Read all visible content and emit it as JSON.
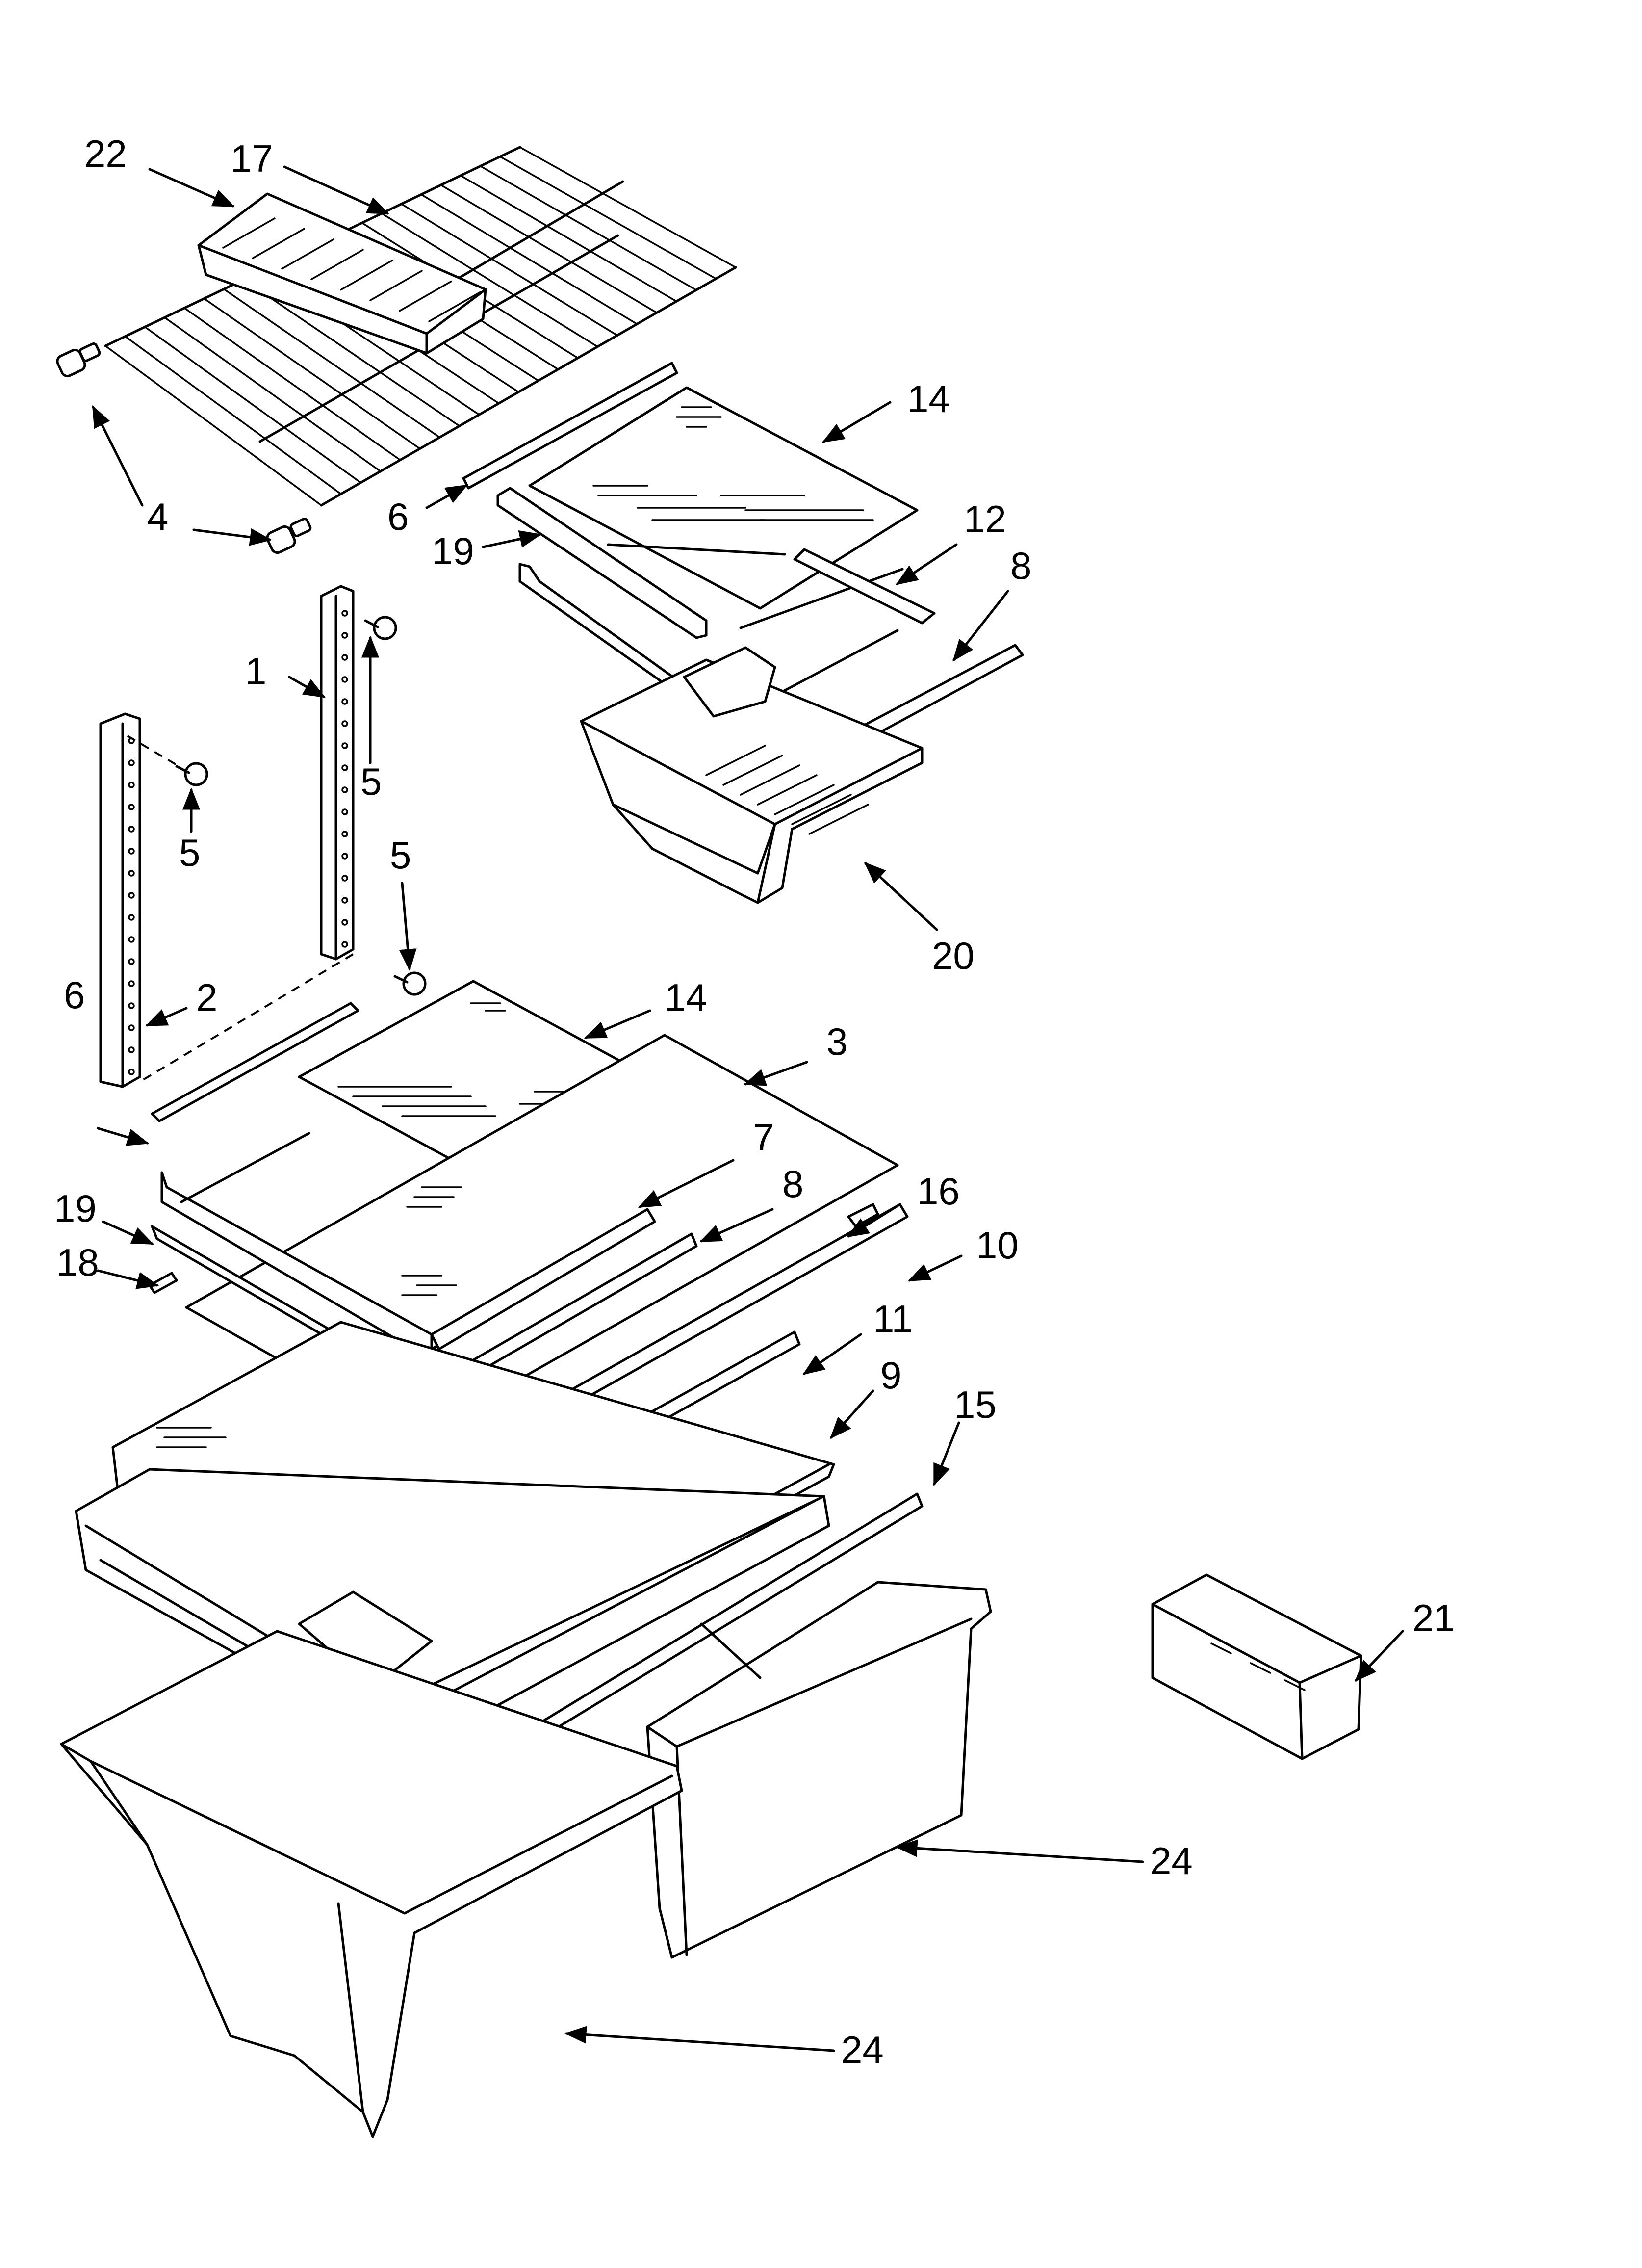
{
  "diagram": {
    "callouts": [
      {
        "id": "c22",
        "text": "22"
      },
      {
        "id": "c17",
        "text": "17"
      },
      {
        "id": "c14a",
        "text": "14"
      },
      {
        "id": "c4",
        "text": "4"
      },
      {
        "id": "c6a",
        "text": "6"
      },
      {
        "id": "c19a",
        "text": "19"
      },
      {
        "id": "c12",
        "text": "12"
      },
      {
        "id": "c8a",
        "text": "8"
      },
      {
        "id": "c1",
        "text": "1"
      },
      {
        "id": "c5a",
        "text": "5"
      },
      {
        "id": "c5b",
        "text": "5"
      },
      {
        "id": "c5c",
        "text": "5"
      },
      {
        "id": "c20",
        "text": "20"
      },
      {
        "id": "c2",
        "text": "2"
      },
      {
        "id": "c14b",
        "text": "14"
      },
      {
        "id": "c3",
        "text": "3"
      },
      {
        "id": "c6b",
        "text": "6"
      },
      {
        "id": "c7",
        "text": "7"
      },
      {
        "id": "c8b",
        "text": "8"
      },
      {
        "id": "c16",
        "text": "16"
      },
      {
        "id": "c19b",
        "text": "19"
      },
      {
        "id": "c10",
        "text": "10"
      },
      {
        "id": "c18",
        "text": "18"
      },
      {
        "id": "c11",
        "text": "11"
      },
      {
        "id": "c9",
        "text": "9"
      },
      {
        "id": "c15",
        "text": "15"
      },
      {
        "id": "c21",
        "text": "21"
      },
      {
        "id": "c24a",
        "text": "24"
      },
      {
        "id": "c24b",
        "text": "24"
      }
    ]
  }
}
